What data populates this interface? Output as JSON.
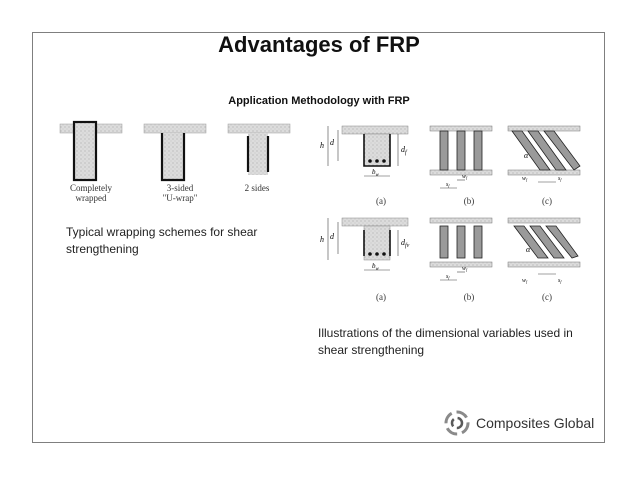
{
  "slide": {
    "title": "Advantages of FRP",
    "subtitle": "Application Methodology with FRP"
  },
  "wrapping_figure": {
    "labels": [
      "Completely\nwrapped",
      "3-sided\n\"U-wrap\"",
      "2 sides"
    ],
    "caption": "Typical wrapping schemes for shear strengthening"
  },
  "dimension_figure": {
    "row1_symbols": {
      "h": "h",
      "d": "d",
      "df": "d_f",
      "bw": "b_w",
      "wf": "w_f",
      "sf": "s_f",
      "alpha": "α"
    },
    "row2_symbols": {
      "h": "h",
      "d": "d",
      "dfv": "d_fv",
      "bw": "b_w",
      "wf": "w_f",
      "sf": "s_f",
      "alpha": "α"
    },
    "panel_labels": [
      "(a)",
      "(b)",
      "(c)"
    ],
    "caption": "Illustrations of the dimensional variables used in shear strengthening"
  },
  "logo": {
    "text": "Composites Global",
    "icon": "swirl-logo-icon"
  },
  "colors": {
    "border": "#7f7f7f",
    "concrete": "#d9d9d9",
    "frp": "#1a1a1a"
  }
}
